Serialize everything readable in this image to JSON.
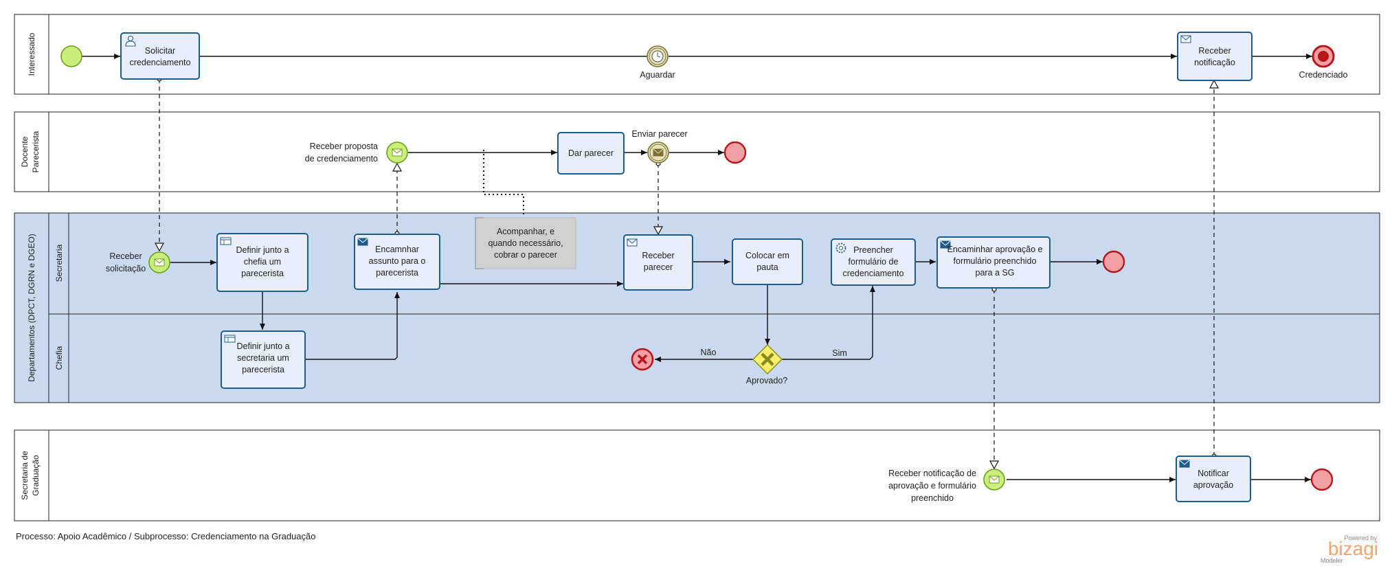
{
  "pools": {
    "interessado": "Interessado",
    "docente": [
      "Docente",
      "Parecerista"
    ],
    "departamentos": "Departamentos (DPCT, DGRN e DGEO)",
    "secretaria_lane": "Secretaria",
    "chefia_lane": "Chefia",
    "sg": [
      "Secretaria de",
      "Graduação"
    ]
  },
  "tasks": {
    "solicitar": [
      "Solicitar",
      "credenciamento"
    ],
    "receber_notificacao": [
      "Receber",
      "notificação"
    ],
    "dar_parecer": [
      "Dar parecer"
    ],
    "definir_chefia": [
      "Definir junto a",
      "chefia um",
      "parecerista"
    ],
    "encaminhar_assunto": [
      "Encamnhar",
      "assunto para o",
      "parecerista"
    ],
    "receber_parecer": [
      "Receber",
      "parecer"
    ],
    "colocar_pauta": [
      "Colocar em",
      "pauta"
    ],
    "preencher": [
      "Preencher",
      "formulário de",
      "credenciamento"
    ],
    "encaminhar_aprovacao": [
      "Encaminhar aprovação e",
      "formulário preenchido",
      "para a SG"
    ],
    "definir_secretaria": [
      "Definir junto a",
      "secretaria um",
      "parecerista"
    ],
    "notificar": [
      "Notificar",
      "aprovação"
    ]
  },
  "events": {
    "aguardar": "Aguardar",
    "credenciado": "Credenciado",
    "receber_proposta": [
      "Receber proposta",
      "de credenciamento"
    ],
    "enviar_parecer": "Enviar parecer",
    "receber_solicitacao": [
      "Receber",
      "solicitação"
    ],
    "receber_notif_aprov": [
      "Receber notificação de",
      "aprovação e formulário",
      "preenchido"
    ]
  },
  "gateway": {
    "label": "Aprovado?",
    "nao": "Não",
    "sim": "Sim"
  },
  "annotation": [
    "Acompanhar, e",
    "quando necessário,",
    "cobrar o parecer"
  ],
  "footer": "Processo: Apoio Acadêmico / Subprocesso: Credenciamento na Graduação",
  "logo": {
    "powered": "Powered by",
    "brand": "bizagi",
    "sub": "Modeler"
  },
  "colors": {
    "task_fill": "#e9eefb",
    "task_stroke": "#1c5b8c",
    "lane_fill": "#c9d9ee",
    "start_fill": "#c9ef7a",
    "end_fill": "#f2a0a4",
    "end_stroke": "#b8161c",
    "gateway_fill": "#f7ee6a",
    "annotation_fill": "#d0d0d0",
    "logo": "#f2a46e"
  }
}
